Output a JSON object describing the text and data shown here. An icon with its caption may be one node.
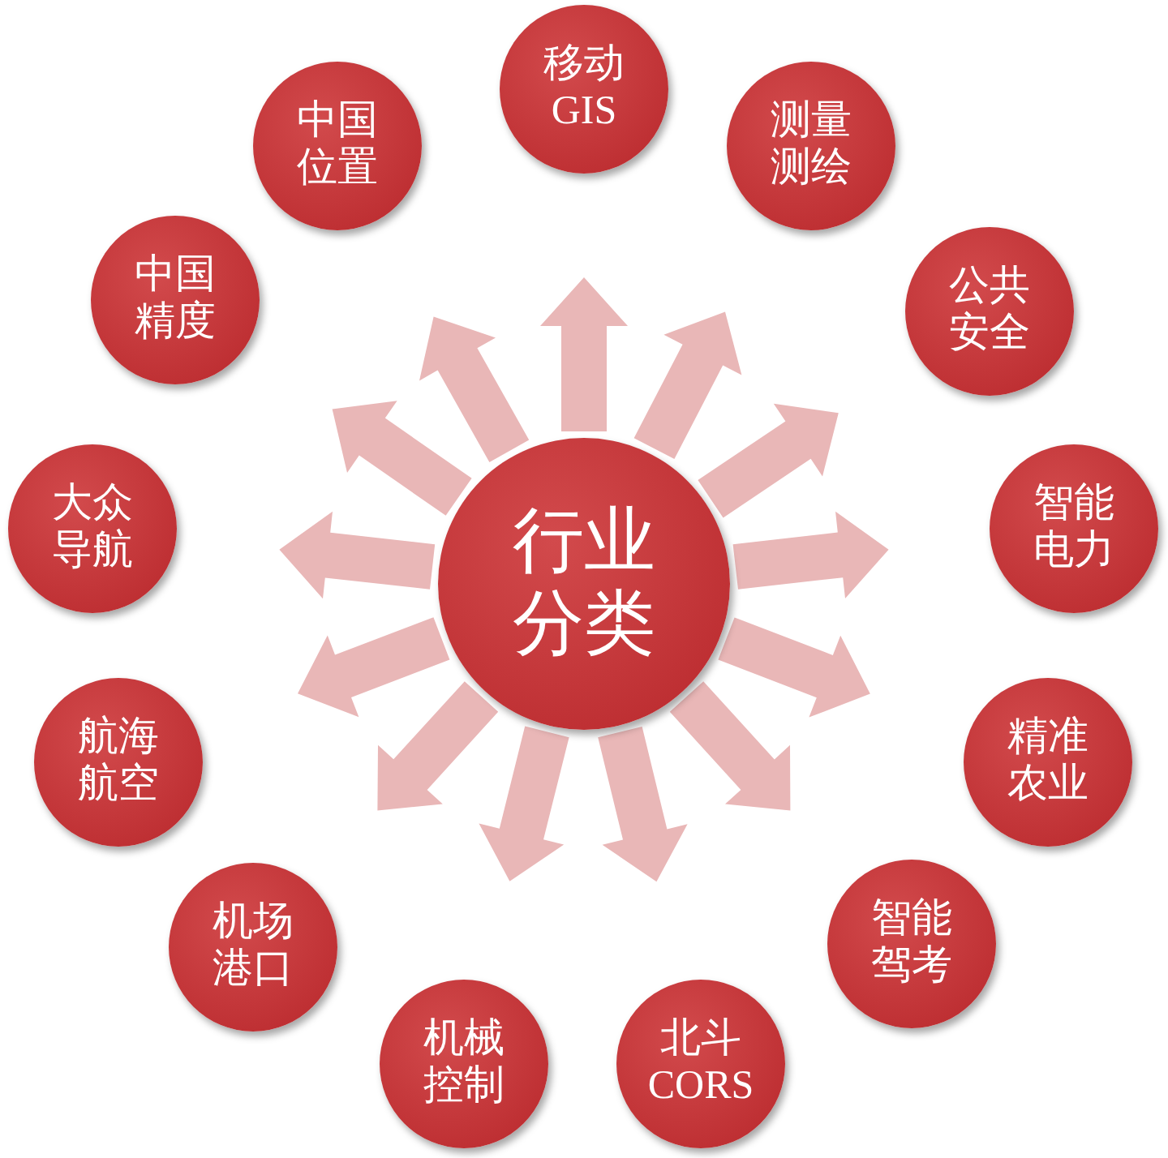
{
  "diagram": {
    "nodes": [
      {
        "text": [
          "行业分类"
        ]
      },
      {
        "text": [
          "移动GIS"
        ]
      },
      {
        "text": [
          "测量测绘"
        ]
      },
      {
        "text": [
          "公共安全"
        ]
      },
      {
        "text": [
          "智能电力"
        ]
      },
      {
        "text": [
          "精准农业"
        ]
      },
      {
        "text": [
          "智能驾考"
        ]
      },
      {
        "text": [
          "北斗CORS"
        ]
      },
      {
        "text": [
          "机械控制"
        ]
      },
      {
        "text": [
          "机场港口"
        ]
      },
      {
        "text": [
          "航海航空"
        ]
      },
      {
        "text": [
          "大众导航"
        ]
      },
      {
        "text": [
          "中国精度"
        ]
      },
      {
        "text": [
          "中国位置"
        ]
      }
    ],
    "edges": [
      {
        "from": 0,
        "to": 1,
        "arrow": "to"
      },
      {
        "from": 0,
        "to": 2,
        "arrow": "to"
      },
      {
        "from": 0,
        "to": 3,
        "arrow": "to"
      },
      {
        "from": 0,
        "to": 4,
        "arrow": "to"
      },
      {
        "from": 0,
        "to": 5,
        "arrow": "to"
      },
      {
        "from": 0,
        "to": 6,
        "arrow": "to"
      },
      {
        "from": 0,
        "to": 7,
        "arrow": "to"
      },
      {
        "from": 0,
        "to": 8,
        "arrow": "to"
      },
      {
        "from": 0,
        "to": 9,
        "arrow": "to"
      },
      {
        "from": 0,
        "to": 10,
        "arrow": "to"
      },
      {
        "from": 0,
        "to": 11,
        "arrow": "to"
      },
      {
        "from": 0,
        "to": 12,
        "arrow": "to"
      },
      {
        "from": 0,
        "to": 13,
        "arrow": "to"
      }
    ]
  }
}
